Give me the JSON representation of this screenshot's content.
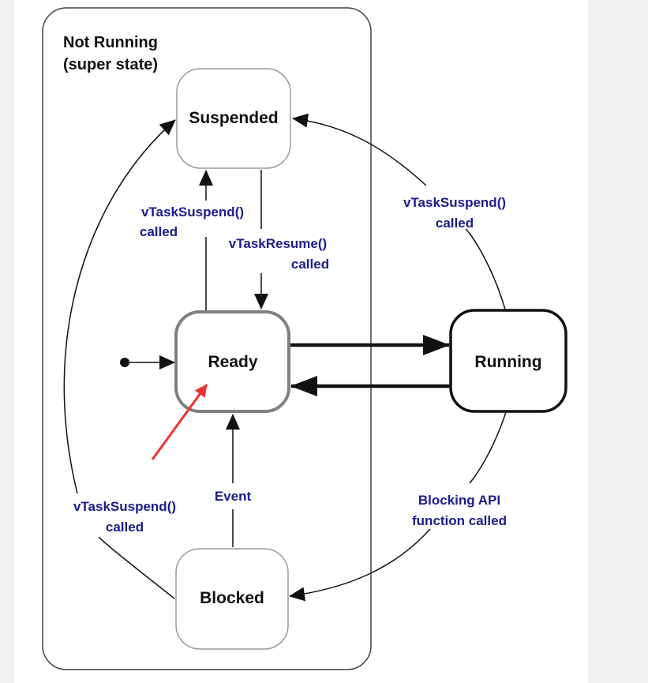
{
  "super_state": {
    "line1": "Not Running",
    "line2": "(super state)"
  },
  "states": {
    "suspended": "Suspended",
    "ready": "Ready",
    "running": "Running",
    "blocked": "Blocked"
  },
  "transitions": {
    "ready_to_suspended": {
      "line1": "vTaskSuspend()",
      "line2": "called"
    },
    "suspended_to_ready": {
      "line1": "vTaskResume()",
      "line2": "called"
    },
    "running_to_suspended": {
      "line1": "vTaskSuspend()",
      "line2": "called"
    },
    "blocked_to_suspended": {
      "line1": "vTaskSuspend()",
      "line2": "called"
    },
    "blocked_to_ready": {
      "line1": "Event"
    },
    "running_to_blocked": {
      "line1": "Blocking API",
      "line2": "function called"
    }
  },
  "colors": {
    "label_text": "#1c1c8c",
    "annotation_arrow": "#ee3333",
    "line": "#111111",
    "ready_border": "#808080",
    "soft_border": "#9a9a9a"
  }
}
